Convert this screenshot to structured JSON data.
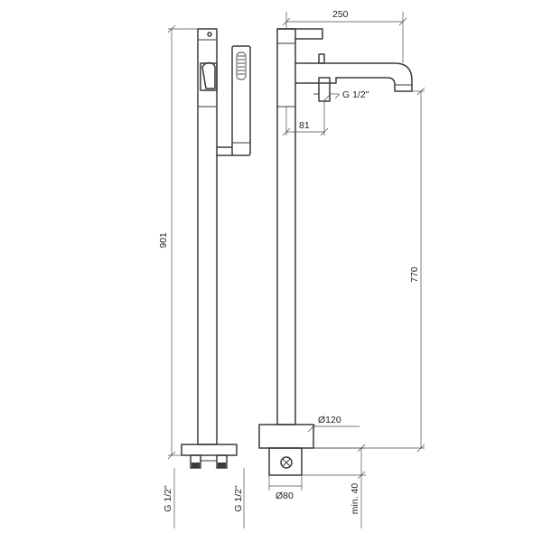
{
  "dimensions": {
    "width_top": "250",
    "thread_top": "G 1/2\"",
    "offset": "81",
    "total_height": "901",
    "spout_height": "770",
    "base_diameter": "Ø120",
    "pipe_diameter": "Ø80",
    "thread_left_a": "G 1/2\"",
    "thread_left_b": "G 1/2\"",
    "min_depth": "min. 40"
  }
}
